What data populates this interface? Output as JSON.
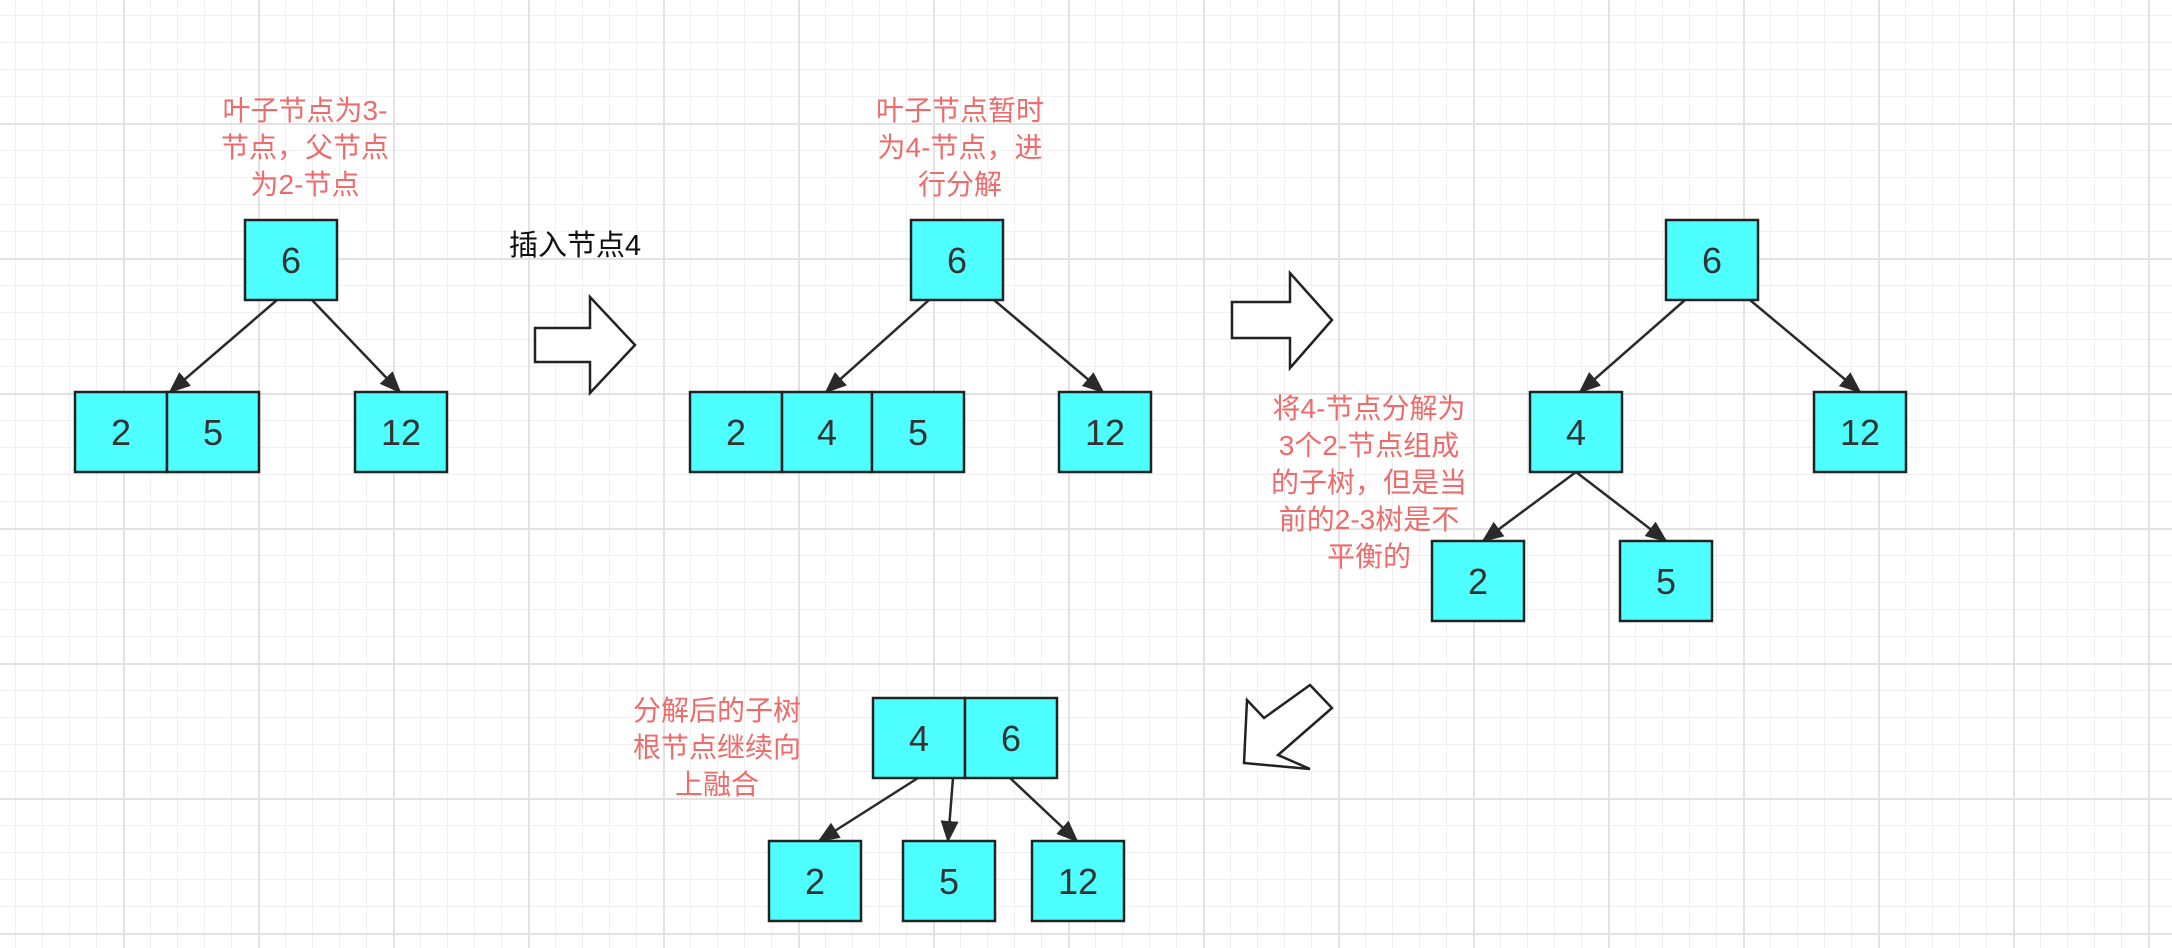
{
  "annotations": {
    "step1_note": "叶子节点为3-\n节点，父节点\n为2-节点",
    "insert_label": "插入节点4",
    "step2_note": "叶子节点暂时\n为4-节点，进\n行分解",
    "step3_note": "将4-节点分解为\n3个2-节点组成\n的子树，但是当\n前的2-3树是不\n平衡的",
    "step4_note": "分解后的子树\n根节点继续向\n上融合"
  },
  "trees": {
    "step1": {
      "root": "6",
      "leaf_left": [
        "2",
        "5"
      ],
      "leaf_right": "12"
    },
    "step2": {
      "root": "6",
      "leaf_left": [
        "2",
        "4",
        "5"
      ],
      "leaf_right": "12"
    },
    "step3": {
      "root": "6",
      "mid": "4",
      "mid_left": "2",
      "mid_right": "5",
      "leaf_right": "12"
    },
    "step4": {
      "root": [
        "4",
        "6"
      ],
      "leaf_left": "2",
      "leaf_mid": "5",
      "leaf_right": "12"
    }
  },
  "colors": {
    "node_fill": "#4dffff",
    "note_text": "#ee6b6b",
    "edge": "#2a2a2a"
  }
}
